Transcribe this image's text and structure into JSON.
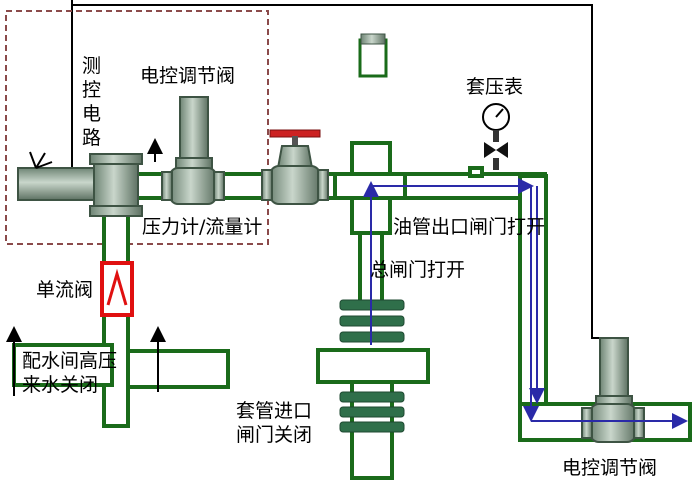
{
  "labels": {
    "measure_control_circuit": [
      "测",
      "控",
      "电",
      "路"
    ],
    "ecv_top": "电控调节阀",
    "pressure_flow_meter": "压力计/流量计",
    "check_valve": "单流阀",
    "high_pressure_water_line1": "配水间高压",
    "high_pressure_water_line2": "来水关闭",
    "casing_pressure_gauge": "套压表",
    "tubing_outlet_valve": "油管出口闸门打开",
    "main_valve": "总闸门打开",
    "casing_inlet_line1": "套管进口",
    "casing_inlet_line2": "闸门关闭",
    "ecv_bottom": "电控调节阀"
  },
  "colors": {
    "pipe_fill": "#ffffff",
    "pipe_stroke": "#1a6b1a",
    "equipment": "#8fa593",
    "equipment_dark": "#5b6f5f",
    "flow_arrow": "#2a2aa8",
    "control_wire": "#000000",
    "dashed_box": "#8b4a4a",
    "check_valve": "#e01010",
    "valve_handle": "#cc2222",
    "flange": "#2f6f4a"
  }
}
